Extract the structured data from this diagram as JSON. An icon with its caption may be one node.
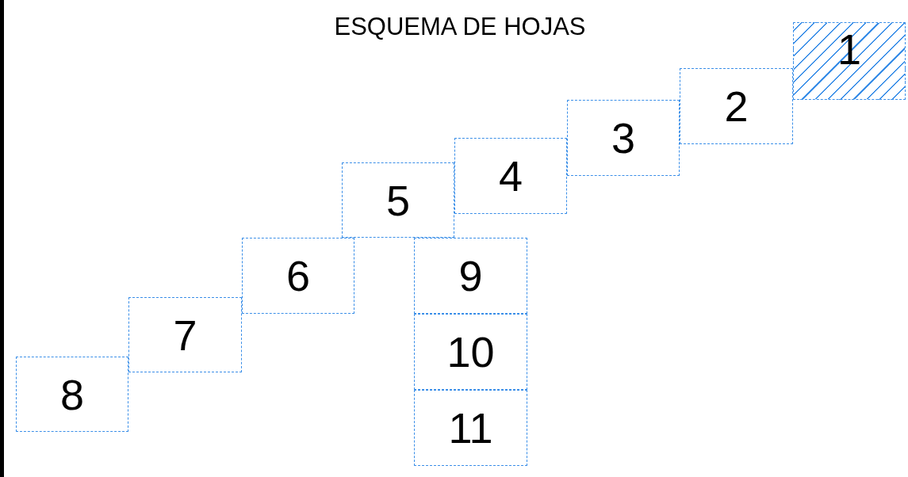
{
  "diagram": {
    "title": "ESQUEMA DE HOJAS",
    "nodes": [
      {
        "text": [
          "1"
        ]
      },
      {
        "text": [
          "2"
        ]
      },
      {
        "text": [
          "3"
        ]
      },
      {
        "text": [
          "4"
        ]
      },
      {
        "text": [
          "5"
        ]
      },
      {
        "text": [
          "6"
        ]
      },
      {
        "text": [
          "7"
        ]
      },
      {
        "text": [
          "8"
        ]
      },
      {
        "text": [
          "9"
        ]
      },
      {
        "text": [
          "10"
        ]
      },
      {
        "text": [
          "11"
        ]
      }
    ]
  }
}
